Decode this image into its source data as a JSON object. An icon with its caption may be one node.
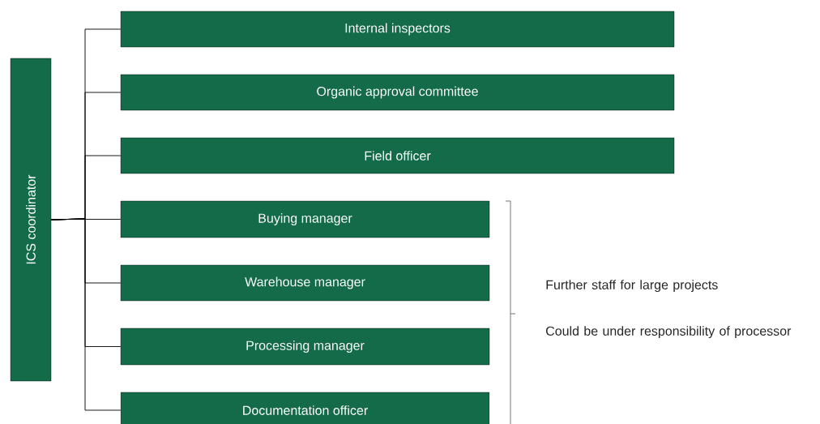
{
  "diagram": {
    "nodes": [
      {
        "text": [
          "ICS coordinator"
        ]
      },
      {
        "text": [
          "Internal inspectors"
        ]
      },
      {
        "text": [
          "Organic approval committee"
        ]
      },
      {
        "text": [
          "Field officer"
        ]
      },
      {
        "text": [
          "Buying manager"
        ]
      },
      {
        "text": [
          "Warehouse manager"
        ]
      },
      {
        "text": [
          "Processing manager"
        ]
      },
      {
        "text": [
          "Documentation officer"
        ]
      }
    ],
    "edges": [
      {
        "from": 0,
        "to": 1,
        "arrow": "none"
      },
      {
        "from": 0,
        "to": 2,
        "arrow": "none"
      },
      {
        "from": 0,
        "to": 3,
        "arrow": "none"
      },
      {
        "from": 0,
        "to": 4,
        "arrow": "none"
      },
      {
        "from": 0,
        "to": 5,
        "arrow": "none"
      },
      {
        "from": 0,
        "to": 6,
        "arrow": "none"
      },
      {
        "from": 0,
        "to": 7,
        "arrow": "none"
      }
    ],
    "labels": [
      "Further staff for large projects",
      "Could be under responsibility of processor"
    ]
  }
}
